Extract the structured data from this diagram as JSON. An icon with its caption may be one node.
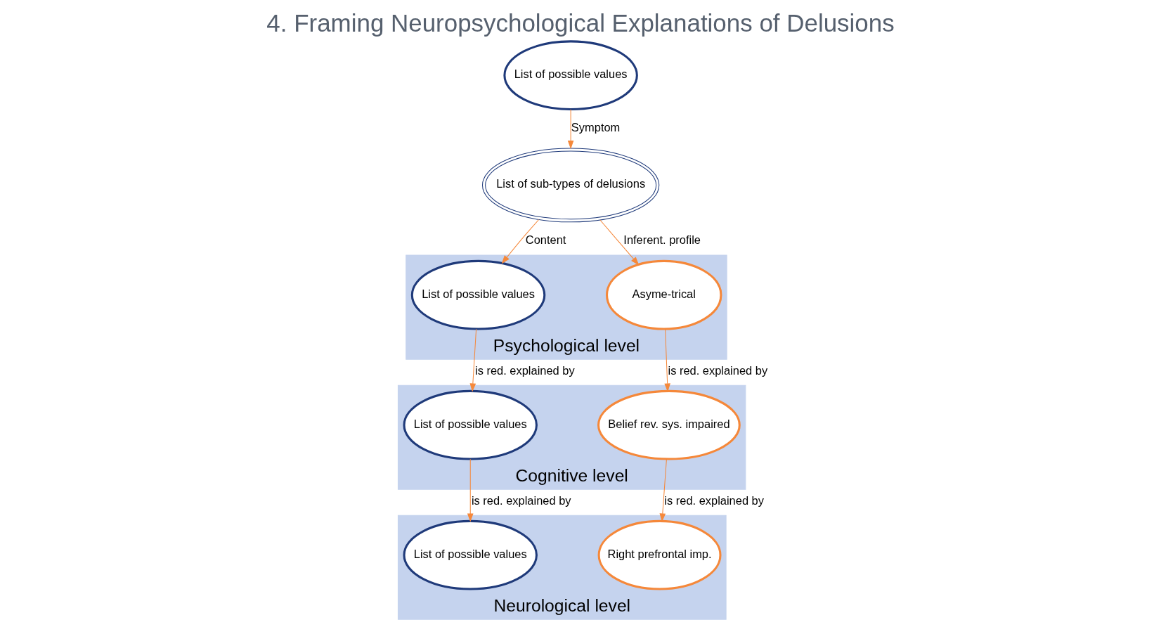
{
  "diagram": {
    "title": "4. Framing Neuropsychological Explanations of Delusions",
    "nodes": [
      {
        "text": [
          "List of possible values"
        ]
      },
      {
        "text": [
          "List of sub-types of delusions"
        ]
      },
      {
        "text": [
          "Psychological level"
        ]
      },
      {
        "text": [
          "List of possible values"
        ],
        "in": 2
      },
      {
        "text": [
          "Asyme-trical"
        ],
        "in": 2
      },
      {
        "text": [
          "Cognitive level"
        ]
      },
      {
        "text": [
          "List of possible values"
        ],
        "in": 5
      },
      {
        "text": [
          "Belief rev. sys. impaired"
        ],
        "in": 5
      },
      {
        "text": [
          "Neurological level"
        ]
      },
      {
        "text": [
          "List of possible values"
        ],
        "in": 8
      },
      {
        "text": [
          "Right prefrontal imp."
        ],
        "in": 8
      }
    ],
    "edges": [
      {
        "from": 0,
        "to": 1,
        "arrow": "to",
        "label": "Symptom"
      },
      {
        "from": 1,
        "to": 3,
        "arrow": "to",
        "label": "Content"
      },
      {
        "from": 1,
        "to": 4,
        "arrow": "to",
        "label": "Inferent. profile"
      },
      {
        "from": 3,
        "to": 6,
        "arrow": "to",
        "label": "is red. explained by"
      },
      {
        "from": 4,
        "to": 7,
        "arrow": "to",
        "label": "is red. explained by"
      },
      {
        "from": 6,
        "to": 9,
        "arrow": "to",
        "label": "is red. explained by"
      },
      {
        "from": 7,
        "to": 10,
        "arrow": "to",
        "label": "is red. explained by"
      }
    ]
  }
}
